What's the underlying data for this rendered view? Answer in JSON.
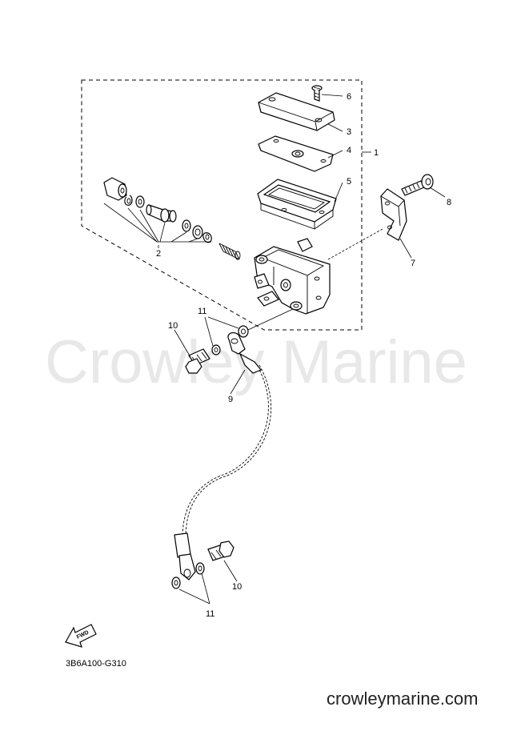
{
  "watermark": "Crowley Marine",
  "drawing_code": "3B6A100-G310",
  "site_url": "crowleymarine.com",
  "fwd_label": "FWD",
  "callouts": {
    "c1": "1",
    "c2": "2",
    "c3": "3",
    "c4": "4",
    "c5": "5",
    "c6": "6",
    "c7": "7",
    "c8": "8",
    "c9": "9",
    "c10a": "10",
    "c10b": "10",
    "c11a": "11",
    "c11b": "11"
  }
}
